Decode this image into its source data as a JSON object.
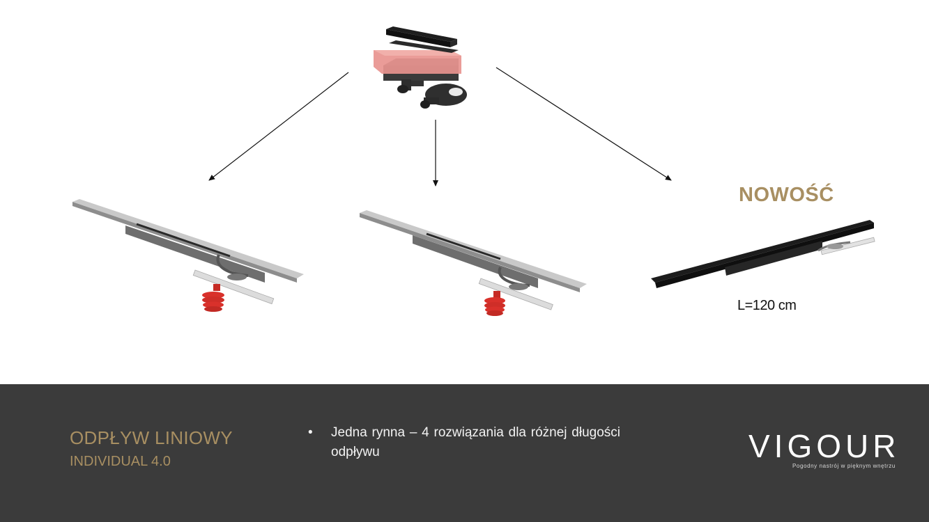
{
  "badge": {
    "new_label": "NOWOŚĆ"
  },
  "dimension": {
    "length_label": "L=120 cm"
  },
  "footer": {
    "title": "ODPŁYW LINIOWY",
    "subtitle": "INDIVIDUAL 4.0",
    "bullet_marker": "•",
    "bullet_text": "Jedna rynna – 4 rozwiązania dla różnej długości odpływu"
  },
  "logo": {
    "wordmark": "VIGOUR",
    "tagline": "Pogodny nastrój w pięknym wnętrzu"
  },
  "colors": {
    "accent_gold": "#a88f62",
    "footer_bg": "#3b3b3b",
    "siphon_red": "#d9312b",
    "membrane_pink": "#e8948f"
  }
}
